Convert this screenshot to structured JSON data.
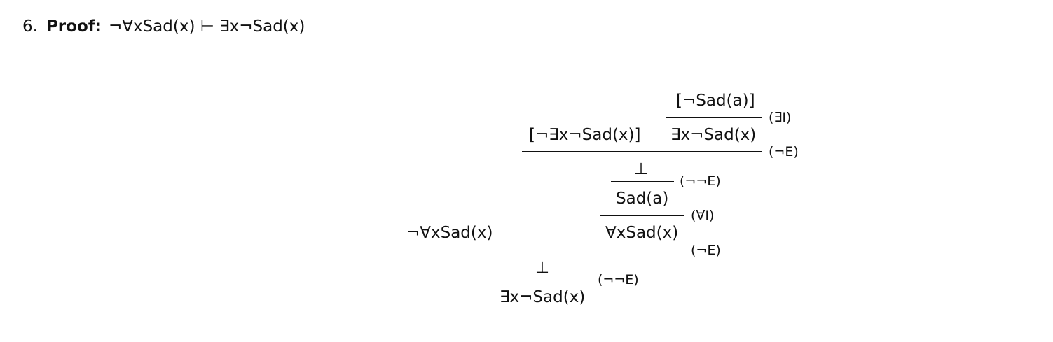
{
  "exercise": {
    "number": "6.",
    "label": "Proof:",
    "sequent": "¬∀xSad(x) ⊢ ∃x¬Sad(x)"
  },
  "proof": {
    "assumption_neg_sad_a": "[¬Sad(a)]",
    "rule_exists_intro": "(∃I)",
    "assumption_neg_exists": "[¬∃x¬Sad(x)]",
    "exists_not_sad_inner": "∃x¬Sad(x)",
    "rule_neg_elim_1": "(¬E)",
    "bottom_1": "⊥",
    "rule_dneg_elim_1": "(¬¬E)",
    "sad_a": "Sad(a)",
    "rule_forall_intro": "(∀I)",
    "premise": "¬∀xSad(x)",
    "forall_sad": "∀xSad(x)",
    "rule_neg_elim_2": "(¬E)",
    "bottom_2": "⊥",
    "rule_dneg_elim_2": "(¬¬E)",
    "conclusion": "∃x¬Sad(x)"
  }
}
